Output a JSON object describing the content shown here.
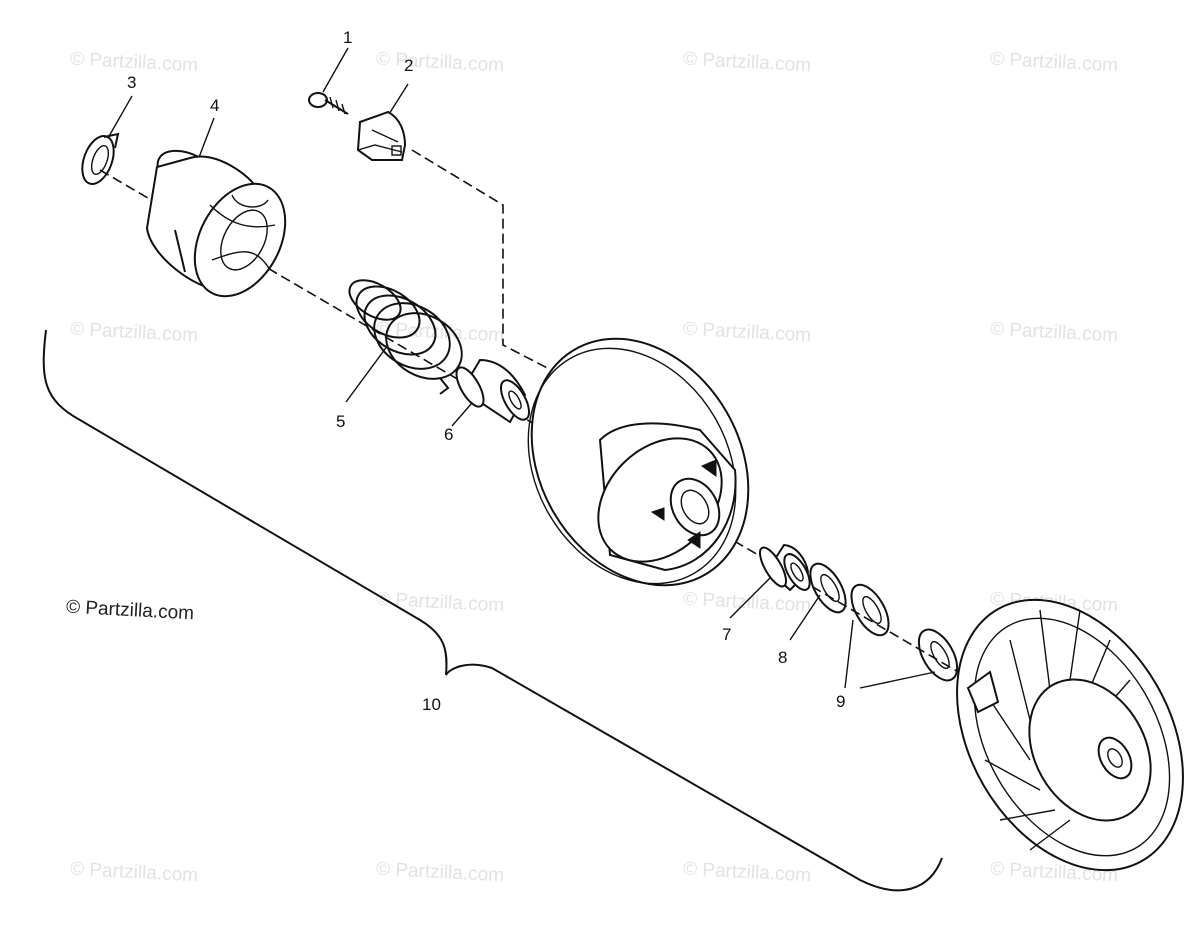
{
  "watermark": "© Partzilla.com",
  "callouts": {
    "c1": "1",
    "c2": "2",
    "c3": "3",
    "c4": "4",
    "c5": "5",
    "c6": "6",
    "c7": "7",
    "c8": "8",
    "c9": "9",
    "c10": "10"
  }
}
